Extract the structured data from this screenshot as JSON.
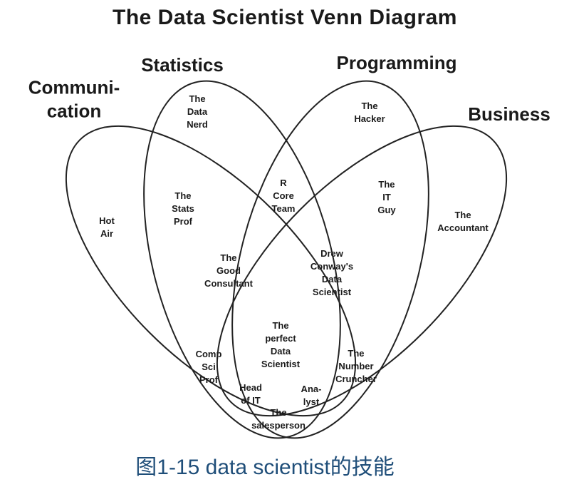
{
  "title": "The Data Scientist Venn Diagram",
  "caption": {
    "text": "图1-15 data scientist的技能",
    "color": "#1f4e79"
  },
  "diagram": {
    "type": "venn",
    "stroke_color": "#222222",
    "text_color": "#1a1a1a",
    "sets": [
      {
        "id": "communication",
        "label": "Communi-\ncation"
      },
      {
        "id": "statistics",
        "label": "Statistics"
      },
      {
        "id": "programming",
        "label": "Programming"
      },
      {
        "id": "business",
        "label": "Business"
      }
    ],
    "regions": [
      {
        "id": "hot-air",
        "label": "Hot\nAir",
        "sets": [
          "communication"
        ]
      },
      {
        "id": "data-nerd",
        "label": "The\nData\nNerd",
        "sets": [
          "statistics"
        ]
      },
      {
        "id": "hacker",
        "label": "The\nHacker",
        "sets": [
          "programming"
        ]
      },
      {
        "id": "accountant",
        "label": "The\nAccountant",
        "sets": [
          "business"
        ]
      },
      {
        "id": "stats-prof",
        "label": "The\nStats\nProf",
        "sets": [
          "communication",
          "statistics"
        ]
      },
      {
        "id": "r-core-team",
        "label": "R\nCore\nTeam",
        "sets": [
          "statistics",
          "programming"
        ]
      },
      {
        "id": "it-guy",
        "label": "The\nIT\nGuy",
        "sets": [
          "programming",
          "business"
        ]
      },
      {
        "id": "good-consultant",
        "label": "The\nGood\nConsultant",
        "sets": [
          "communication",
          "statistics",
          "business"
        ]
      },
      {
        "id": "drew-conways-ds",
        "label": "Drew\nConway's\nData\nScientist",
        "sets": [
          "statistics",
          "programming",
          "business"
        ]
      },
      {
        "id": "perfect-ds",
        "label": "The\nperfect\nData\nScientist",
        "sets": [
          "communication",
          "statistics",
          "programming",
          "business"
        ]
      },
      {
        "id": "comp-sci-prof",
        "label": "Comp\nSci\nProf",
        "sets": [
          "communication",
          "programming"
        ]
      },
      {
        "id": "number-cruncher",
        "label": "The\nNumber\nCruncher",
        "sets": [
          "statistics",
          "business"
        ]
      },
      {
        "id": "head-of-it",
        "label": "Head\nof IT",
        "sets": [
          "communication",
          "programming",
          "business"
        ]
      },
      {
        "id": "analyst",
        "label": "Ana-\nlyst",
        "sets": [
          "communication",
          "statistics",
          "programming"
        ]
      },
      {
        "id": "salesperson",
        "label": "The\nsalesperson",
        "sets": [
          "communication",
          "business"
        ]
      }
    ]
  }
}
